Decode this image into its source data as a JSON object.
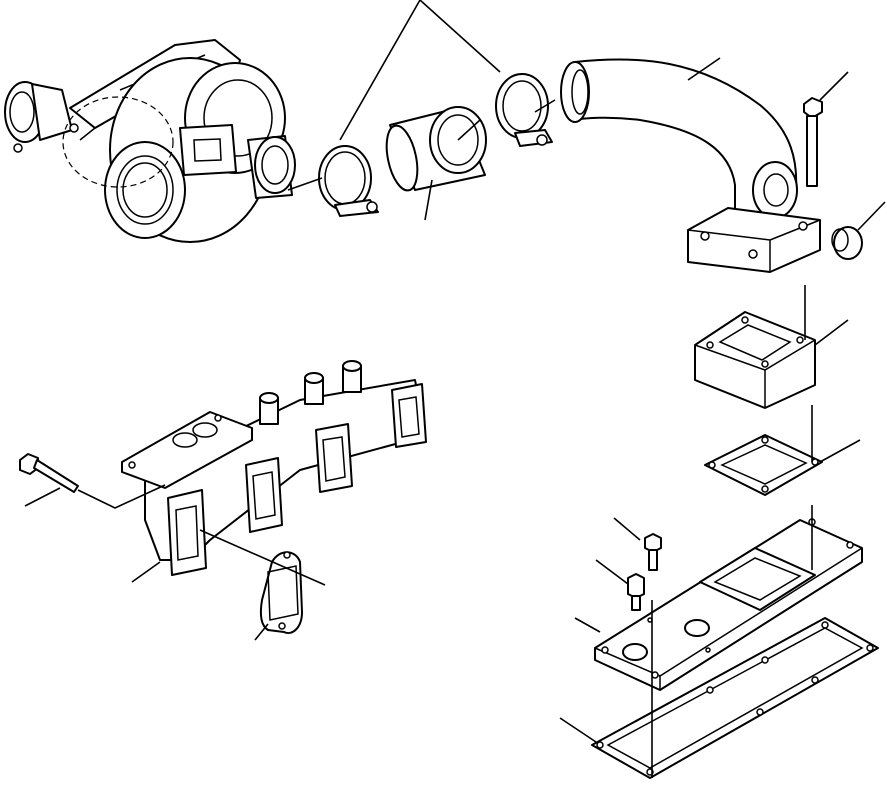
{
  "diagram": {
    "parts": [
      {
        "id": "turbocharger"
      },
      {
        "id": "clamp-left"
      },
      {
        "id": "connector-tube"
      },
      {
        "id": "clamp-right"
      },
      {
        "id": "elbow-pipe"
      },
      {
        "id": "bolt-top-right"
      },
      {
        "id": "plug"
      },
      {
        "id": "spacer-block"
      },
      {
        "id": "spacer-gasket"
      },
      {
        "id": "cover-plate"
      },
      {
        "id": "cover-bolt"
      },
      {
        "id": "cover-stud"
      },
      {
        "id": "cover-gasket"
      },
      {
        "id": "exhaust-manifold"
      },
      {
        "id": "manifold-bolt"
      },
      {
        "id": "manifold-gasket"
      }
    ],
    "callout_count": 16
  }
}
